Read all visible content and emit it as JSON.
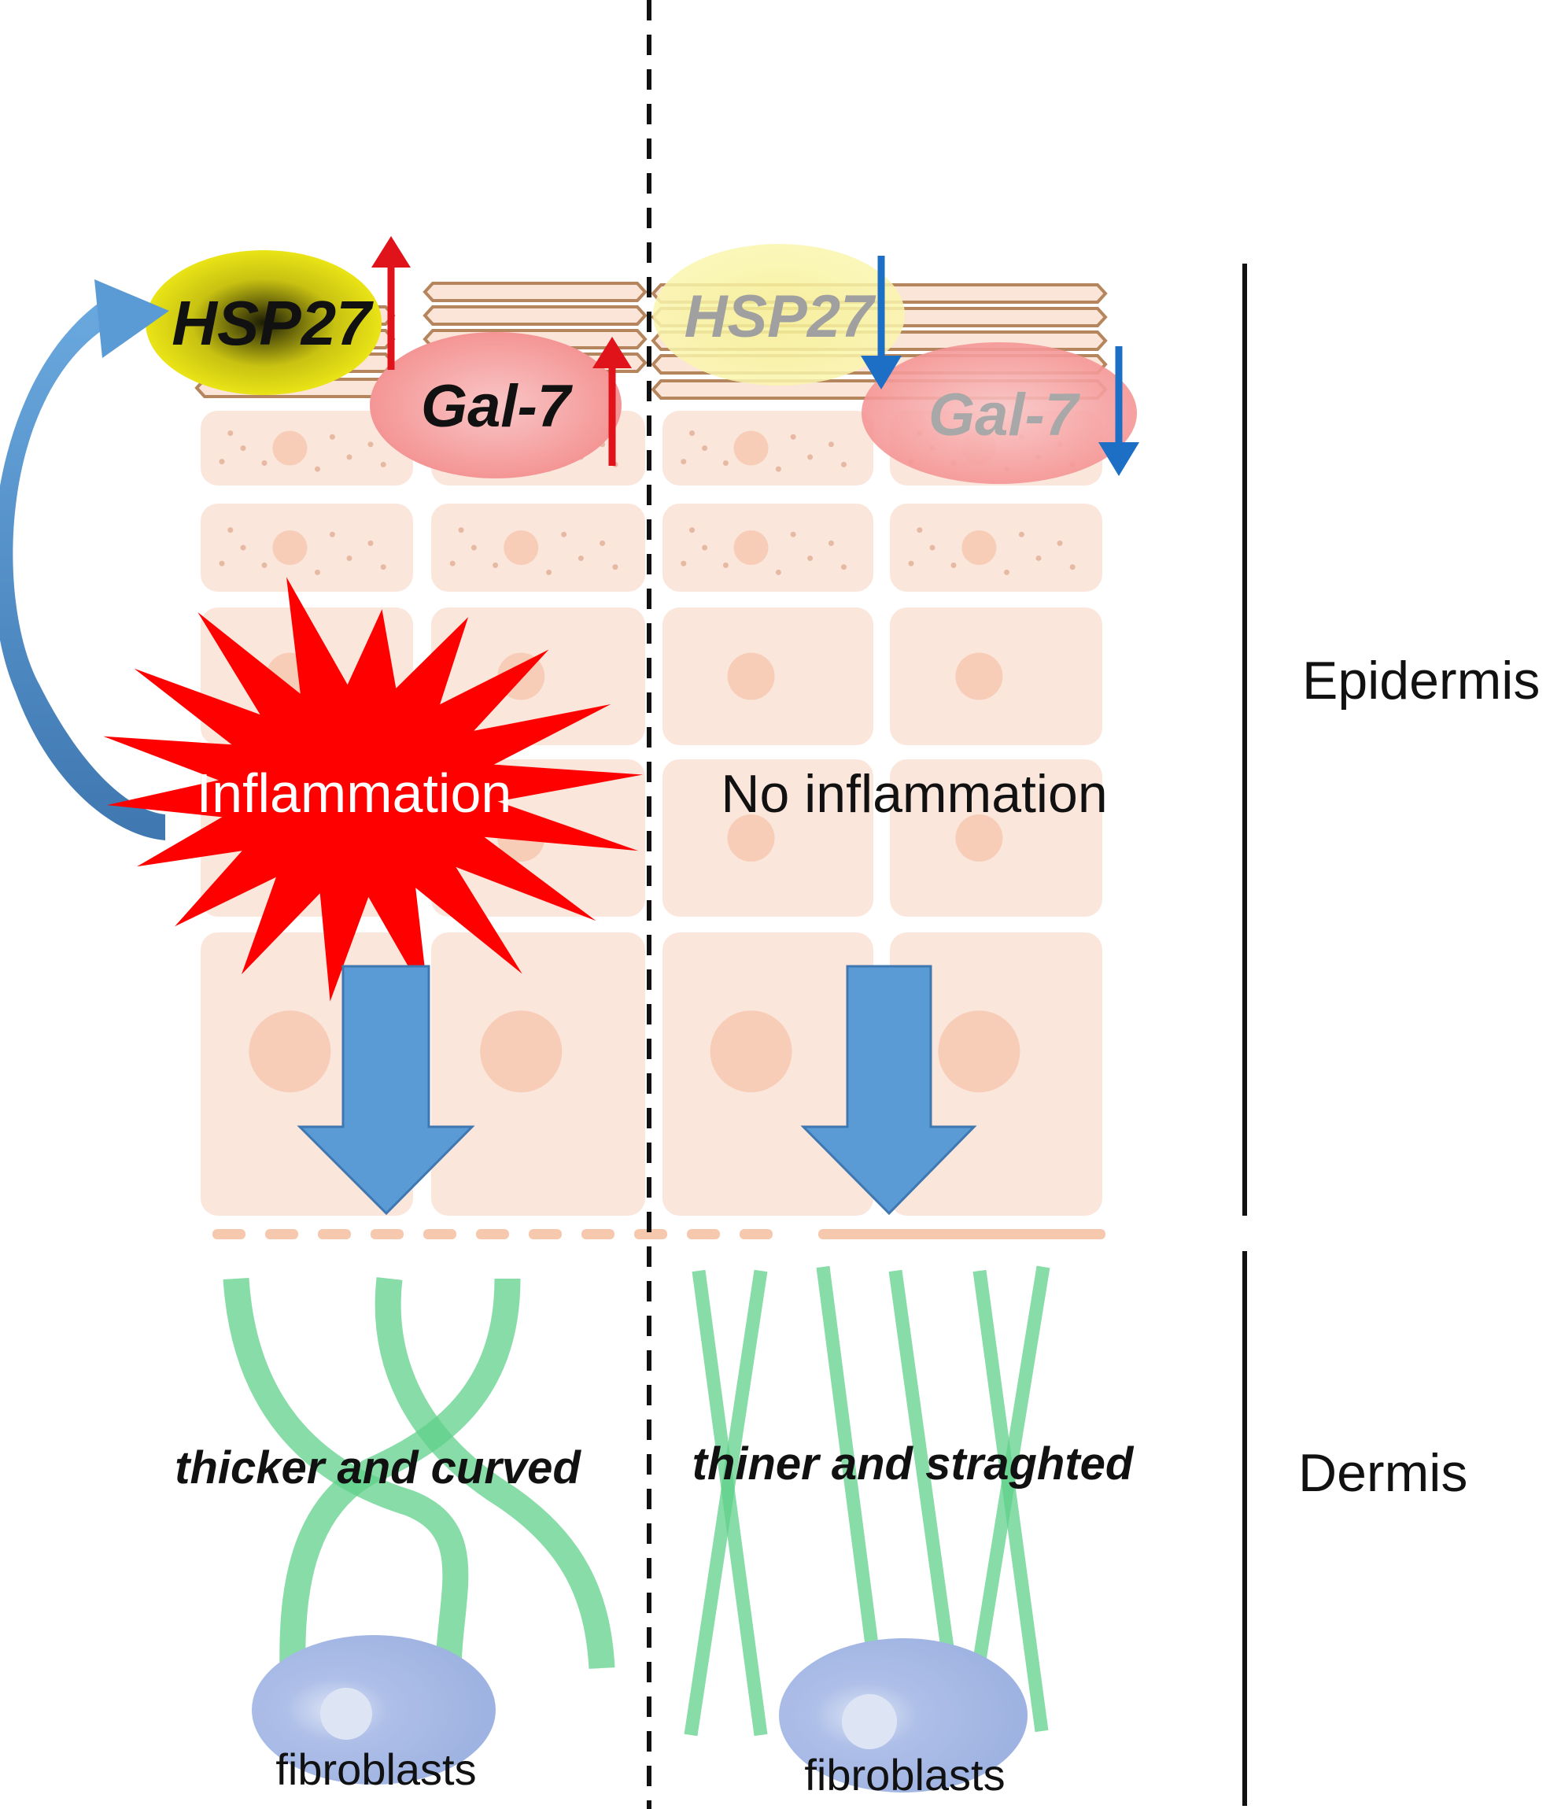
{
  "labels": {
    "hsp27_left": "HSP27",
    "gal7_left": "Gal-7",
    "hsp27_right": "HSP27",
    "gal7_right": "Gal-7",
    "inflammation": "Inflammation",
    "no_inflammation": "No inflammation",
    "left_dermis_caption": "thicker and curved",
    "right_dermis_caption": "thiner and straghted",
    "fibroblasts_left": "fibroblasts",
    "fibroblasts_right": "fibroblasts",
    "epidermis": "Epidermis",
    "dermis": "Dermis"
  },
  "colors": {
    "cell_fill": "#fbe6dc",
    "nucleus": "#f7cdb8",
    "granule": "#e6b9a3",
    "keratin_fill": "#fbe5d8",
    "keratin_stroke": "#b5855e",
    "hsp27": "#f2ec18",
    "gal7": "#f59696",
    "up_arrow": "#e0121a",
    "down_arrow": "#1c6fc4",
    "inflammation": "#ff0000",
    "big_arrow": "#5b9bd5",
    "collagen": "#5fd08a",
    "fibroblast": "#9fb6e3",
    "text": "#111111",
    "faded_text": "#9a9a9a"
  }
}
